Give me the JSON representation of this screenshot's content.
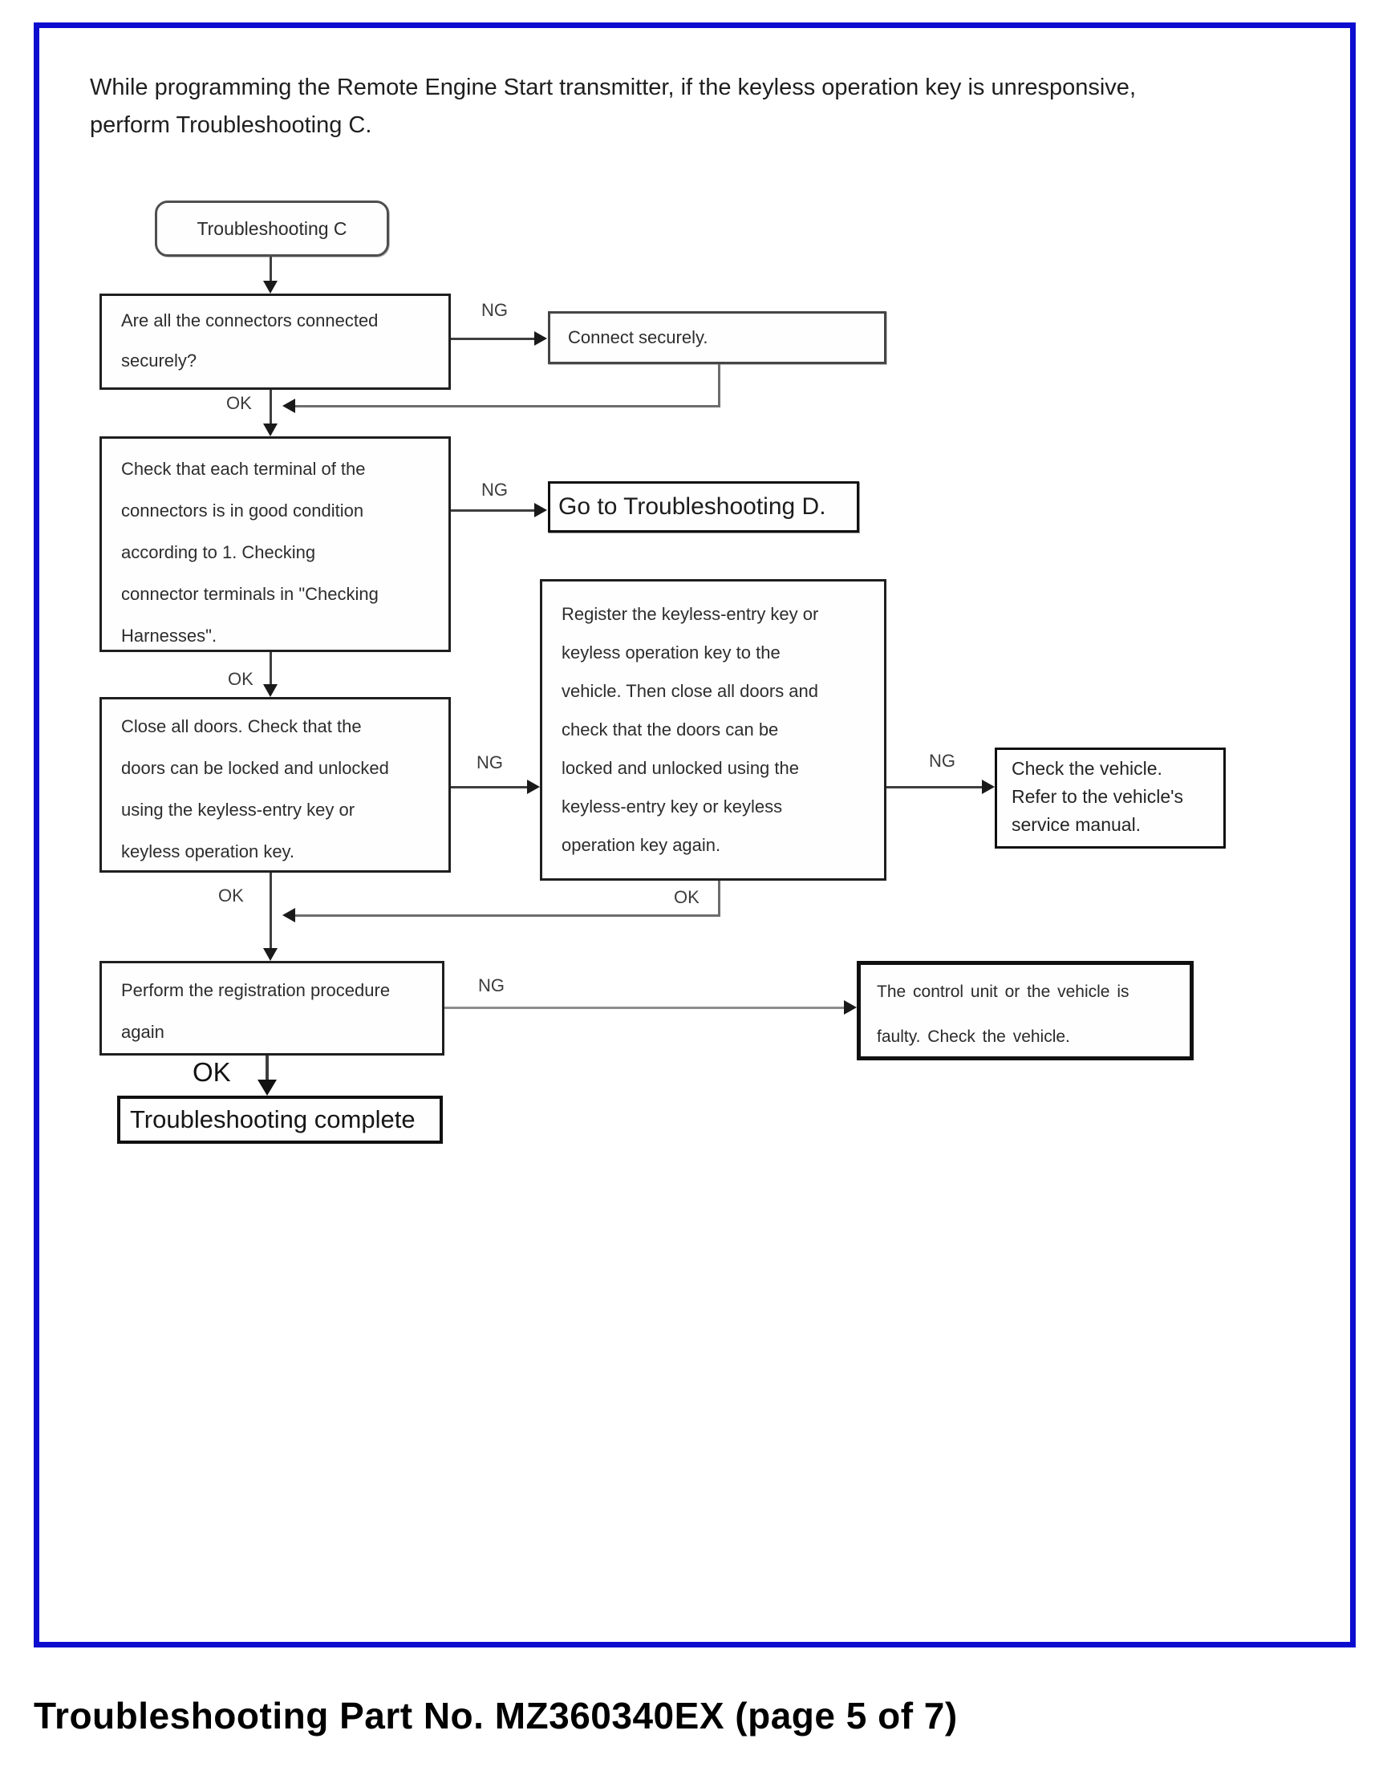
{
  "intro": {
    "line1": "While programming the Remote Engine Start transmitter, if the keyless operation key is unresponsive,",
    "line2": "perform Troubleshooting C."
  },
  "footer": {
    "title": "Troubleshooting Part No. MZ360340EX (page 5 of 7)"
  },
  "colors": {
    "frame_border": "#0d0dcf",
    "box_border": "#1f1f1f",
    "line_gray": "#6d6d6d"
  },
  "flow": {
    "ng": "NG",
    "ok": "OK",
    "start_label": "Troubleshooting C",
    "connectors_question": [
      "Are all the connectors connected",
      "securely?"
    ],
    "connect_securely": "Connect securely.",
    "terminal_check": [
      "Check that each terminal of the",
      "connectors is in good condition",
      "according to 1. Checking",
      "connector terminals in \"Checking",
      "Harnesses\"."
    ],
    "go_to_d": "Go to Troubleshooting D.",
    "close_doors": [
      "Close all doors. Check that the",
      "doors can be locked and unlocked",
      "using the keyless-entry key or",
      "keyless operation key."
    ],
    "register_key": [
      "Register the keyless-entry key or",
      "keyless operation key to the",
      "vehicle. Then close all doors and",
      "check that the doors can be",
      "locked and unlocked using the",
      "keyless-entry key or keyless",
      "operation key again."
    ],
    "check_vehicle": [
      "Check the vehicle.",
      "Refer to the vehicle's",
      "service manual."
    ],
    "perform_registration": [
      "Perform the registration procedure",
      "again"
    ],
    "control_faulty": [
      "The control unit or the vehicle is",
      "faulty. Check the vehicle."
    ],
    "complete": "Troubleshooting complete"
  }
}
